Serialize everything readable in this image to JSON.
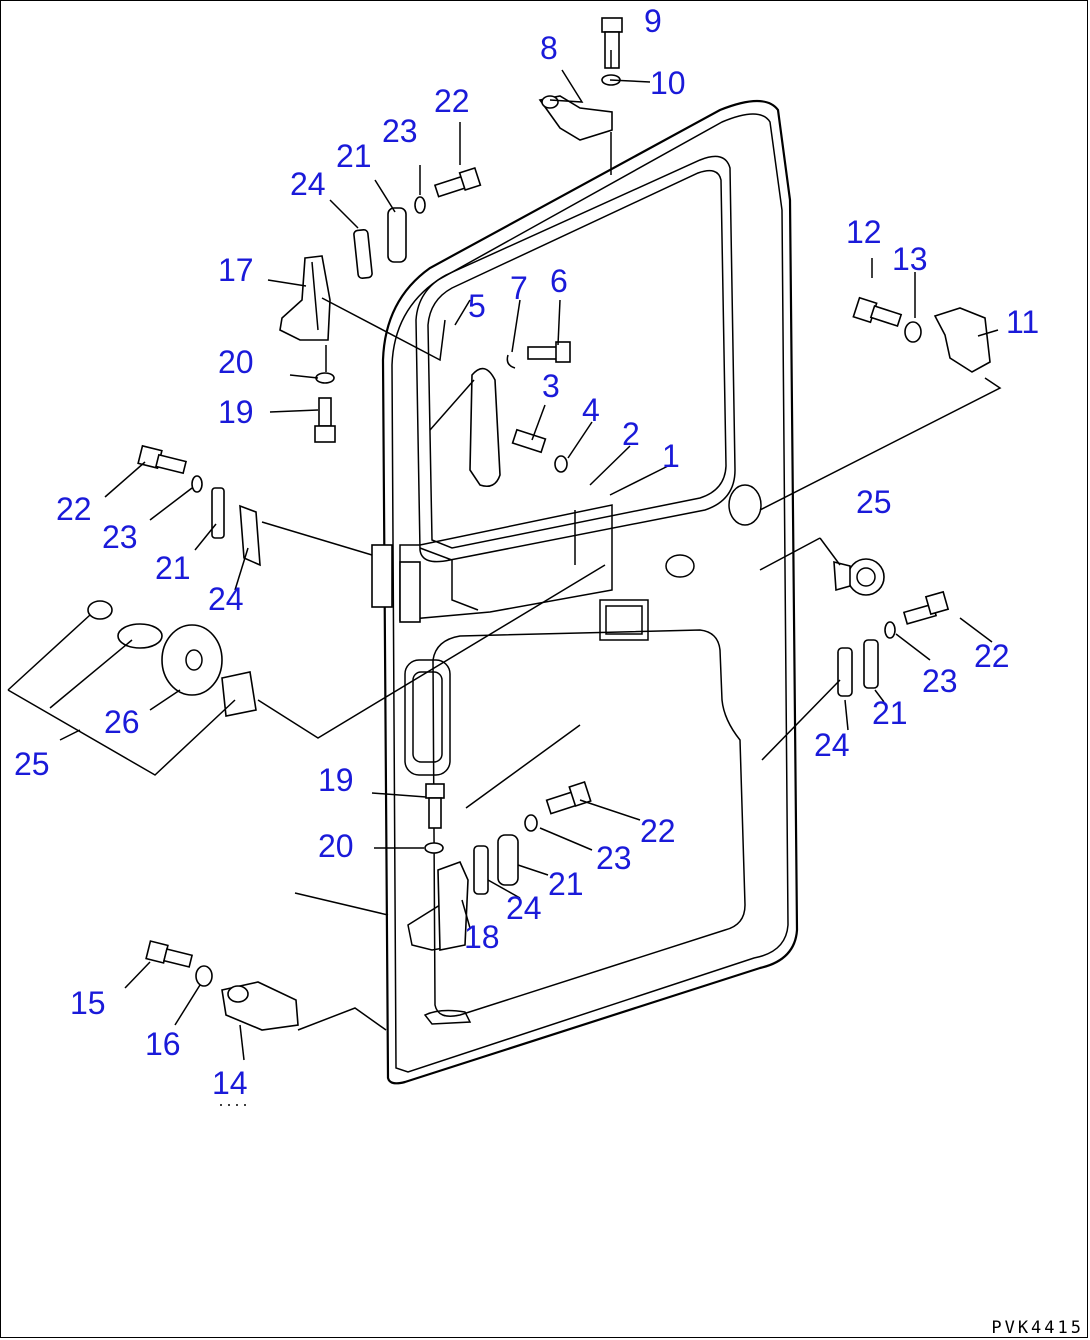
{
  "diagram": {
    "part_code": "PVK4415",
    "callouts": {
      "c1": "1",
      "c2": "2",
      "c3": "3",
      "c4": "4",
      "c5": "5",
      "c6": "6",
      "c7": "7",
      "c8": "8",
      "c9": "9",
      "c10": "10",
      "c11": "11",
      "c12": "12",
      "c13": "13",
      "c14": "14",
      "c15": "15",
      "c16": "16",
      "c17": "17",
      "c18": "18",
      "c19": "19",
      "c20": "20",
      "c21": "21",
      "c22": "22",
      "c23": "23",
      "c24": "24",
      "c25": "25",
      "c26": "26"
    },
    "colors": {
      "callout": "#1a1ad9",
      "line": "#000000",
      "background": "#ffffff"
    }
  }
}
